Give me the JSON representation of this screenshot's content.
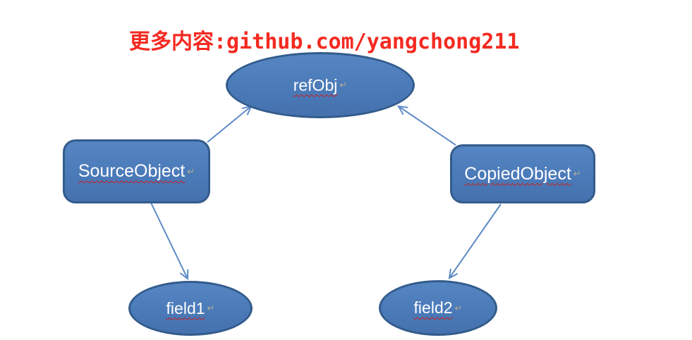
{
  "watermark": {
    "text": "更多内容:github.com/yangchong211",
    "color": "#f42a21"
  },
  "diagram": {
    "title_hint": "object reference diagram (shallow copy)",
    "paragraph_mark": "↵",
    "nodes": [
      {
        "id": "refObj",
        "label": "refObj",
        "shape": "ellipse"
      },
      {
        "id": "SourceObject",
        "label": "SourceObject",
        "shape": "rounded-rect"
      },
      {
        "id": "CopiedObject",
        "label": "CopiedObject",
        "shape": "rounded-rect"
      },
      {
        "id": "field1",
        "label": "field1",
        "shape": "ellipse"
      },
      {
        "id": "field2",
        "label": "field2",
        "shape": "ellipse"
      }
    ],
    "edges": [
      {
        "from": "SourceObject",
        "to": "refObj"
      },
      {
        "from": "CopiedObject",
        "to": "refObj"
      },
      {
        "from": "SourceObject",
        "to": "field1"
      },
      {
        "from": "CopiedObject",
        "to": "field2"
      }
    ],
    "colors": {
      "node_fill": "#4d7cba",
      "node_border": "#335c8c",
      "node_text": "#ffffff",
      "arrow": "#5e8bc6",
      "squiggle": "#cc1f1f"
    }
  }
}
